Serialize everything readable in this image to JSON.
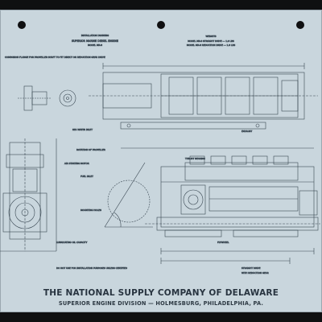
{
  "drawing": {
    "header_line1": "INSTALLATION DRAWING",
    "header_line2": "SUPERIOR MARINE DIESEL ENGINE",
    "header_line3": "MODEL MR-8",
    "weights_title": "WEIGHTS",
    "weight_line1": "MODEL MR-8 STRAIGHT DRIVE — 1.9 LBS",
    "weight_line2": "MODEL MR-8 REDUCTION DRIVE — 1.9 LBS",
    "companion_flange": "COMPANION FLANGE FOR PROPELLER SHAFT TO FIT DIRECT OR REDUCTION GEAR DRIVE",
    "note_sea_water": "SEA WATER INLET",
    "note_exhaust": "EXHAUST",
    "note_fuel_inlet": "FUEL INLET",
    "note_mounting_holes": "MOUNTING HOLES",
    "note_thrust_bearing": "THRUST BEARING",
    "note_flywheel": "FLYWHEEL",
    "note_lubricating_oil": "LUBRICATING OIL CAPACITY",
    "do_not_use": "DO NOT USE FOR INSTALLATION PURPOSES UNLESS CERTIFIED",
    "rotation_note": "ROTATION OF PROPELLER",
    "starting_note": "AIR STARTING MOTOR",
    "direct_drive_note": "STRAIGHT DRIVE",
    "reduction_drive_note": "WITH REDUCTION GEAR"
  },
  "footer": {
    "company": "THE NATIONAL SUPPLY COMPANY OF DELAWARE",
    "division": "SUPERIOR ENGINE DIVISION — HOLMESBURG, PHILADELPHIA, PA."
  },
  "colors": {
    "background": "#0f1011",
    "paper": "#c9d6dd",
    "ink": "#2e3a44"
  }
}
